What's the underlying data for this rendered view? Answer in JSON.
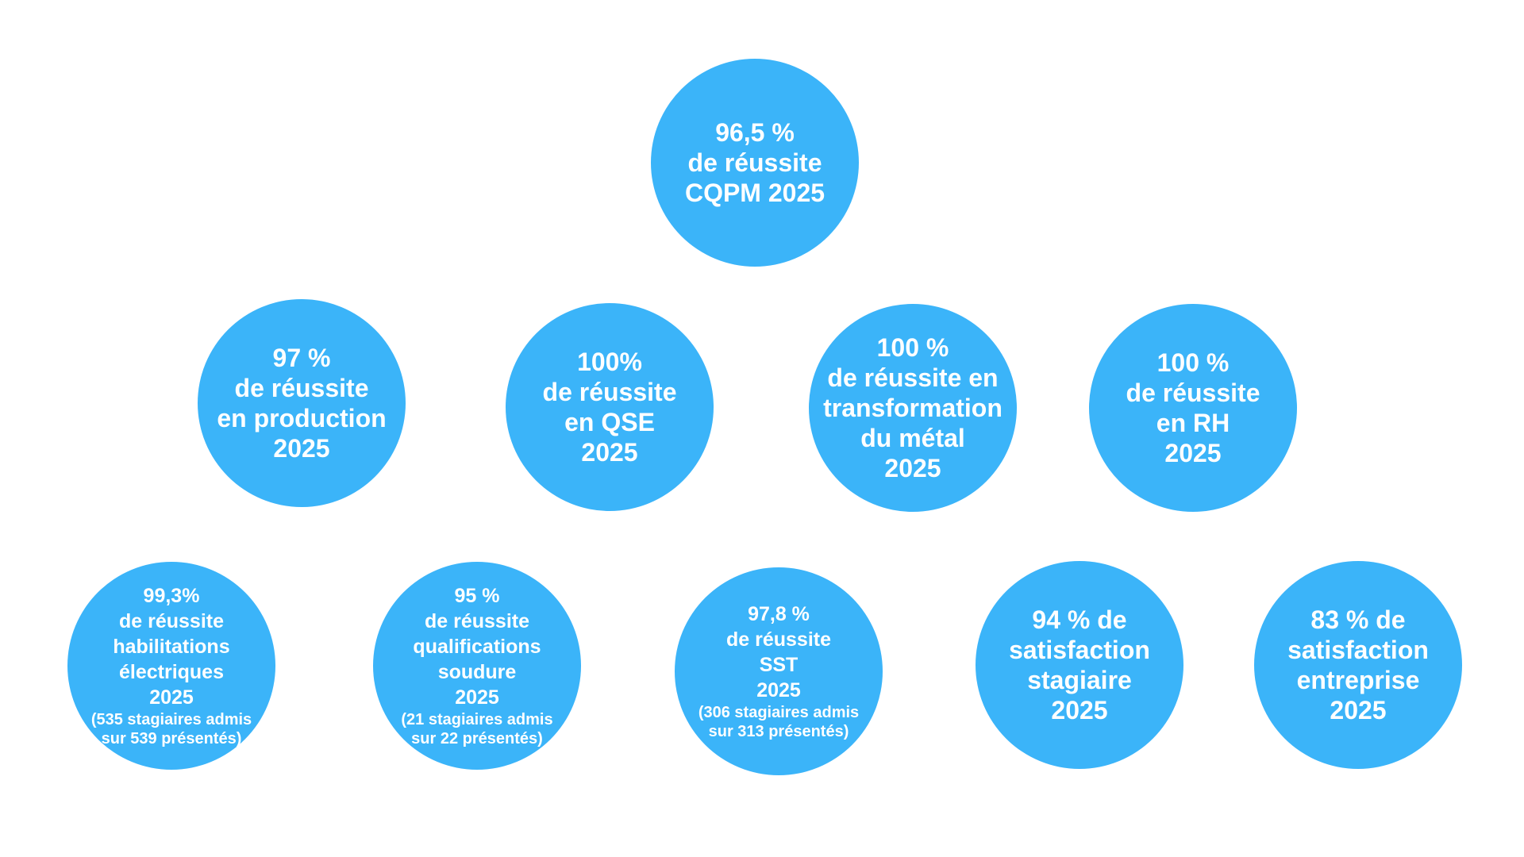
{
  "accent_color": "#3bb4f9",
  "text_color": "#ffffff",
  "background_color": "#ffffff",
  "top": {
    "lines": [
      "96,5 %",
      "de réussite",
      "CQPM 2025"
    ]
  },
  "row2": [
    {
      "lines": [
        "97 %",
        "de réussite",
        "en production",
        "2025"
      ]
    },
    {
      "lines": [
        "100%",
        "de réussite",
        "en QSE",
        "2025"
      ]
    },
    {
      "lines": [
        "100 %",
        "de réussite en",
        "transformation",
        "du métal",
        "2025"
      ]
    },
    {
      "lines": [
        "100 %",
        "de réussite",
        "en RH",
        "2025"
      ]
    }
  ],
  "row3": [
    {
      "lines": [
        "99,3%",
        "de réussite",
        "habilitations",
        "électriques",
        "2025"
      ],
      "note": [
        "(535 stagiaires admis",
        "sur 539 présentés)"
      ]
    },
    {
      "lines": [
        "95 %",
        "de réussite",
        "qualifications",
        "soudure",
        "2025"
      ],
      "note": [
        "(21 stagiaires admis",
        "sur 22 présentés)"
      ]
    },
    {
      "lines": [
        "97,8 %",
        "de réussite",
        "SST",
        "2025"
      ],
      "note": [
        "(306 stagiaires admis",
        "sur 313 présentés)"
      ]
    },
    {
      "lines": [
        "94 % de",
        "satisfaction",
        "stagiaire",
        "2025"
      ]
    },
    {
      "lines": [
        "83 % de",
        "satisfaction",
        "entreprise",
        "2025"
      ]
    }
  ]
}
